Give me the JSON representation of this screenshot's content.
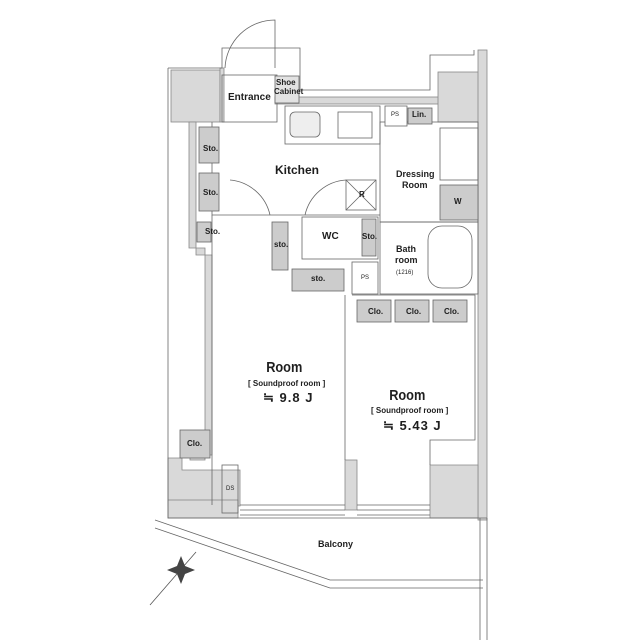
{
  "floorplan": {
    "rooms": {
      "entrance": "Entrance",
      "shoe_cabinet_line1": "Shoe",
      "shoe_cabinet_line2": "Cabinet",
      "kitchen": "Kitchen",
      "dressing_line1": "Dressing",
      "dressing_line2": "Room",
      "wc": "WC",
      "bath_line1": "Bath",
      "bath_line2": "room",
      "bath_size": "(1216)",
      "balcony": "Balcony",
      "room1_title": "Room",
      "room1_sub": "[ Soundproof room ]",
      "room1_area": "≒ 9.8 J",
      "room2_title": "Room",
      "room2_sub": "[ Soundproof room ]",
      "room2_area": "≒ 5.43 J"
    },
    "storage": {
      "sto1": "Sto.",
      "sto2": "Sto.",
      "sto3": "Sto.",
      "sto_wc": "Sto.",
      "sto_hall_v": "sto.",
      "sto_hall_h": "sto.",
      "lin": "Lin.",
      "ps1": "PS",
      "ps2": "PS",
      "clo_left": "Clo.",
      "clo_a": "Clo.",
      "clo_b": "Clo.",
      "clo_c": "Clo.",
      "ds": "DS",
      "fridge": "R",
      "washer": "W"
    },
    "colors": {
      "wall_fill": "#d9d9d9",
      "line": "#555555",
      "text": "#1e1e1e",
      "background": "#ffffff"
    },
    "compass": "north-arrow"
  }
}
